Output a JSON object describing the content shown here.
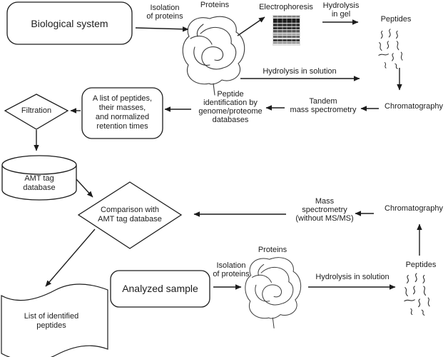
{
  "colors": {
    "ink": "#1c1c1c",
    "background": "#ffffff"
  },
  "nodes": {
    "biological_system": {
      "label": "Biological system"
    },
    "analyzed_sample": {
      "label": "Analyzed sample"
    },
    "filtration": {
      "label": "Filtration"
    },
    "peptide_list": {
      "lines": [
        "A list of peptides,",
        "their masses,",
        "and normalized",
        "retention times"
      ]
    },
    "amt_database": {
      "lines": [
        "AMT tag",
        "database"
      ]
    },
    "comparison": {
      "lines": [
        "Comparison with",
        "AMT tag database"
      ]
    },
    "identified_list": {
      "lines": [
        "List of identified",
        "peptides"
      ]
    }
  },
  "labels": {
    "isolation_top": {
      "lines": [
        "Isolation",
        "of proteins"
      ]
    },
    "proteins_top": {
      "label": "Proteins"
    },
    "electrophoresis": {
      "label": "Electrophoresis"
    },
    "hydrolysis_gel": {
      "lines": [
        "Hydrolysis",
        "in gel"
      ]
    },
    "peptides_top": {
      "label": "Peptides"
    },
    "hydrolysis_solution_top": {
      "label": "Hydrolysis in solution"
    },
    "chromatography_top": {
      "label": "Chromatography"
    },
    "tandem_ms": {
      "lines": [
        "Tandem",
        "mass spectrometry"
      ]
    },
    "peptide_identification": {
      "lines": [
        "Peptide",
        "identification by",
        "genome/proteome",
        "databases"
      ]
    },
    "mass_spectrometry": {
      "lines": [
        "Mass",
        "spectrometry",
        "(without MS/MS)"
      ]
    },
    "chromatography_bottom": {
      "label": "Chromatography"
    },
    "peptides_bottom": {
      "label": "Peptides"
    },
    "isolation_bottom": {
      "lines": [
        "Isolation",
        "of proteins"
      ]
    },
    "proteins_bottom": {
      "label": "Proteins"
    },
    "hydrolysis_solution_bottom": {
      "label": "Hydrolysis in solution"
    }
  }
}
